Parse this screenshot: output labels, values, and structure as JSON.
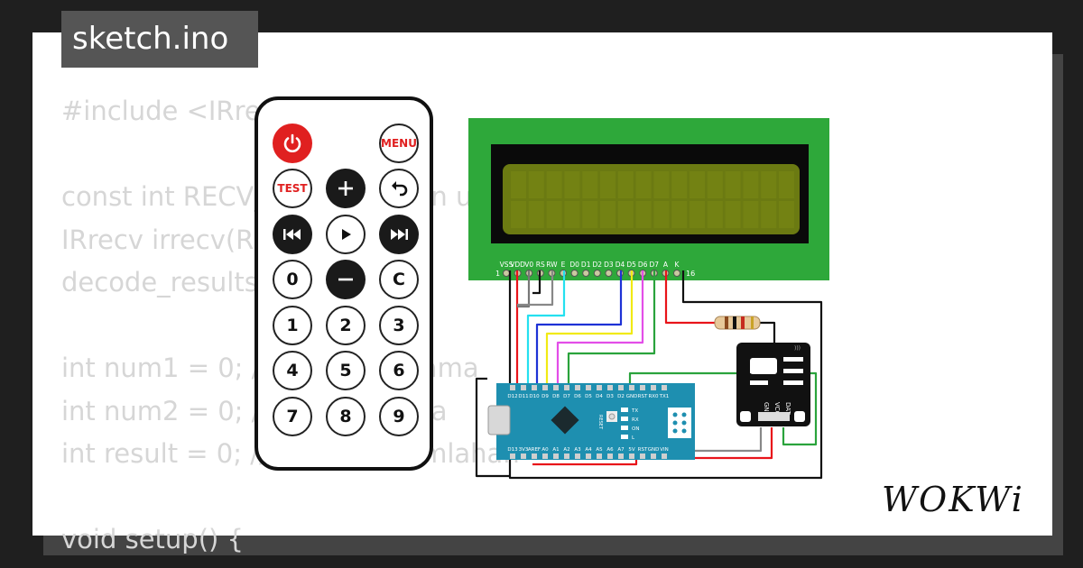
{
  "tab": {
    "title": "sketch.ino"
  },
  "code": {
    "lines": [
      "#include <IRremote.h>",
      "",
      "const int RECV_PIN = 2; // Pin untuk penerima IR",
      "IRrecv irrecv(RECV_PIN);",
      "decode_results results;",
      "",
      "int num1 = 0; // Angka pertama",
      "int num2 = 0; // Angka kedua",
      "int result = 0; // Hasil penjumlahan",
      "",
      "void setup() {"
    ]
  },
  "remote": {
    "buttons": [
      {
        "label": "",
        "icon": "power-icon",
        "style": "r"
      },
      {
        "label": "MENU",
        "style": "wr"
      },
      {
        "label": "TEST",
        "style": "wr"
      },
      {
        "label": "",
        "icon": "plus-icon",
        "style": "k"
      },
      {
        "label": "",
        "icon": "back-icon",
        "style": "w"
      },
      {
        "label": "",
        "icon": "rewind-icon",
        "style": "k"
      },
      {
        "label": "",
        "icon": "play-icon",
        "style": "w"
      },
      {
        "label": "",
        "icon": "fast-forward-icon",
        "style": "k"
      },
      {
        "label": "0",
        "style": "w"
      },
      {
        "label": "",
        "icon": "minus-icon",
        "style": "k"
      },
      {
        "label": "C",
        "style": "w"
      },
      {
        "label": "1",
        "style": "w"
      },
      {
        "label": "2",
        "style": "w"
      },
      {
        "label": "3",
        "style": "w"
      },
      {
        "label": "4",
        "style": "w"
      },
      {
        "label": "5",
        "style": "w"
      },
      {
        "label": "6",
        "style": "w"
      },
      {
        "label": "7",
        "style": "w"
      },
      {
        "label": "8",
        "style": "w"
      },
      {
        "label": "9",
        "style": "w"
      }
    ]
  },
  "lcd": {
    "pin_labels": [
      "VSS",
      "VDD",
      "V0",
      "RS",
      "RW",
      "E",
      "D0",
      "D1",
      "D2",
      "D3",
      "D4",
      "D5",
      "D6",
      "D7",
      "A",
      "K"
    ],
    "pin_start": "1",
    "pin_end": "16",
    "pcb_color": "#2ea83a",
    "screen_color": "#6b7a12"
  },
  "arduino": {
    "top_pins": [
      "D12",
      "D11",
      "D10",
      "D9",
      "D8",
      "D7",
      "D6",
      "D5",
      "D4",
      "D3",
      "D2",
      "GND",
      "RST",
      "RX0",
      "TX1"
    ],
    "bottom_pins": [
      "D13",
      "3V3",
      "AREF",
      "A0",
      "A1",
      "A2",
      "A3",
      "A4",
      "A5",
      "A6",
      "A7",
      "5V",
      "RST",
      "GND",
      "VIN"
    ],
    "side_labels": [
      "TX",
      "RX",
      "ON",
      "L"
    ],
    "reset_label": "RESET",
    "board_color": "#1e8fb0"
  },
  "ir_receiver": {
    "pins": [
      "GND",
      "VCC",
      "DAT"
    ]
  },
  "logo": {
    "text": "WOKWi"
  },
  "colors": {
    "background": "#1f1f1f",
    "panel": "#ffffff",
    "code_text": "#d6d6d6",
    "tab": "#555555"
  }
}
